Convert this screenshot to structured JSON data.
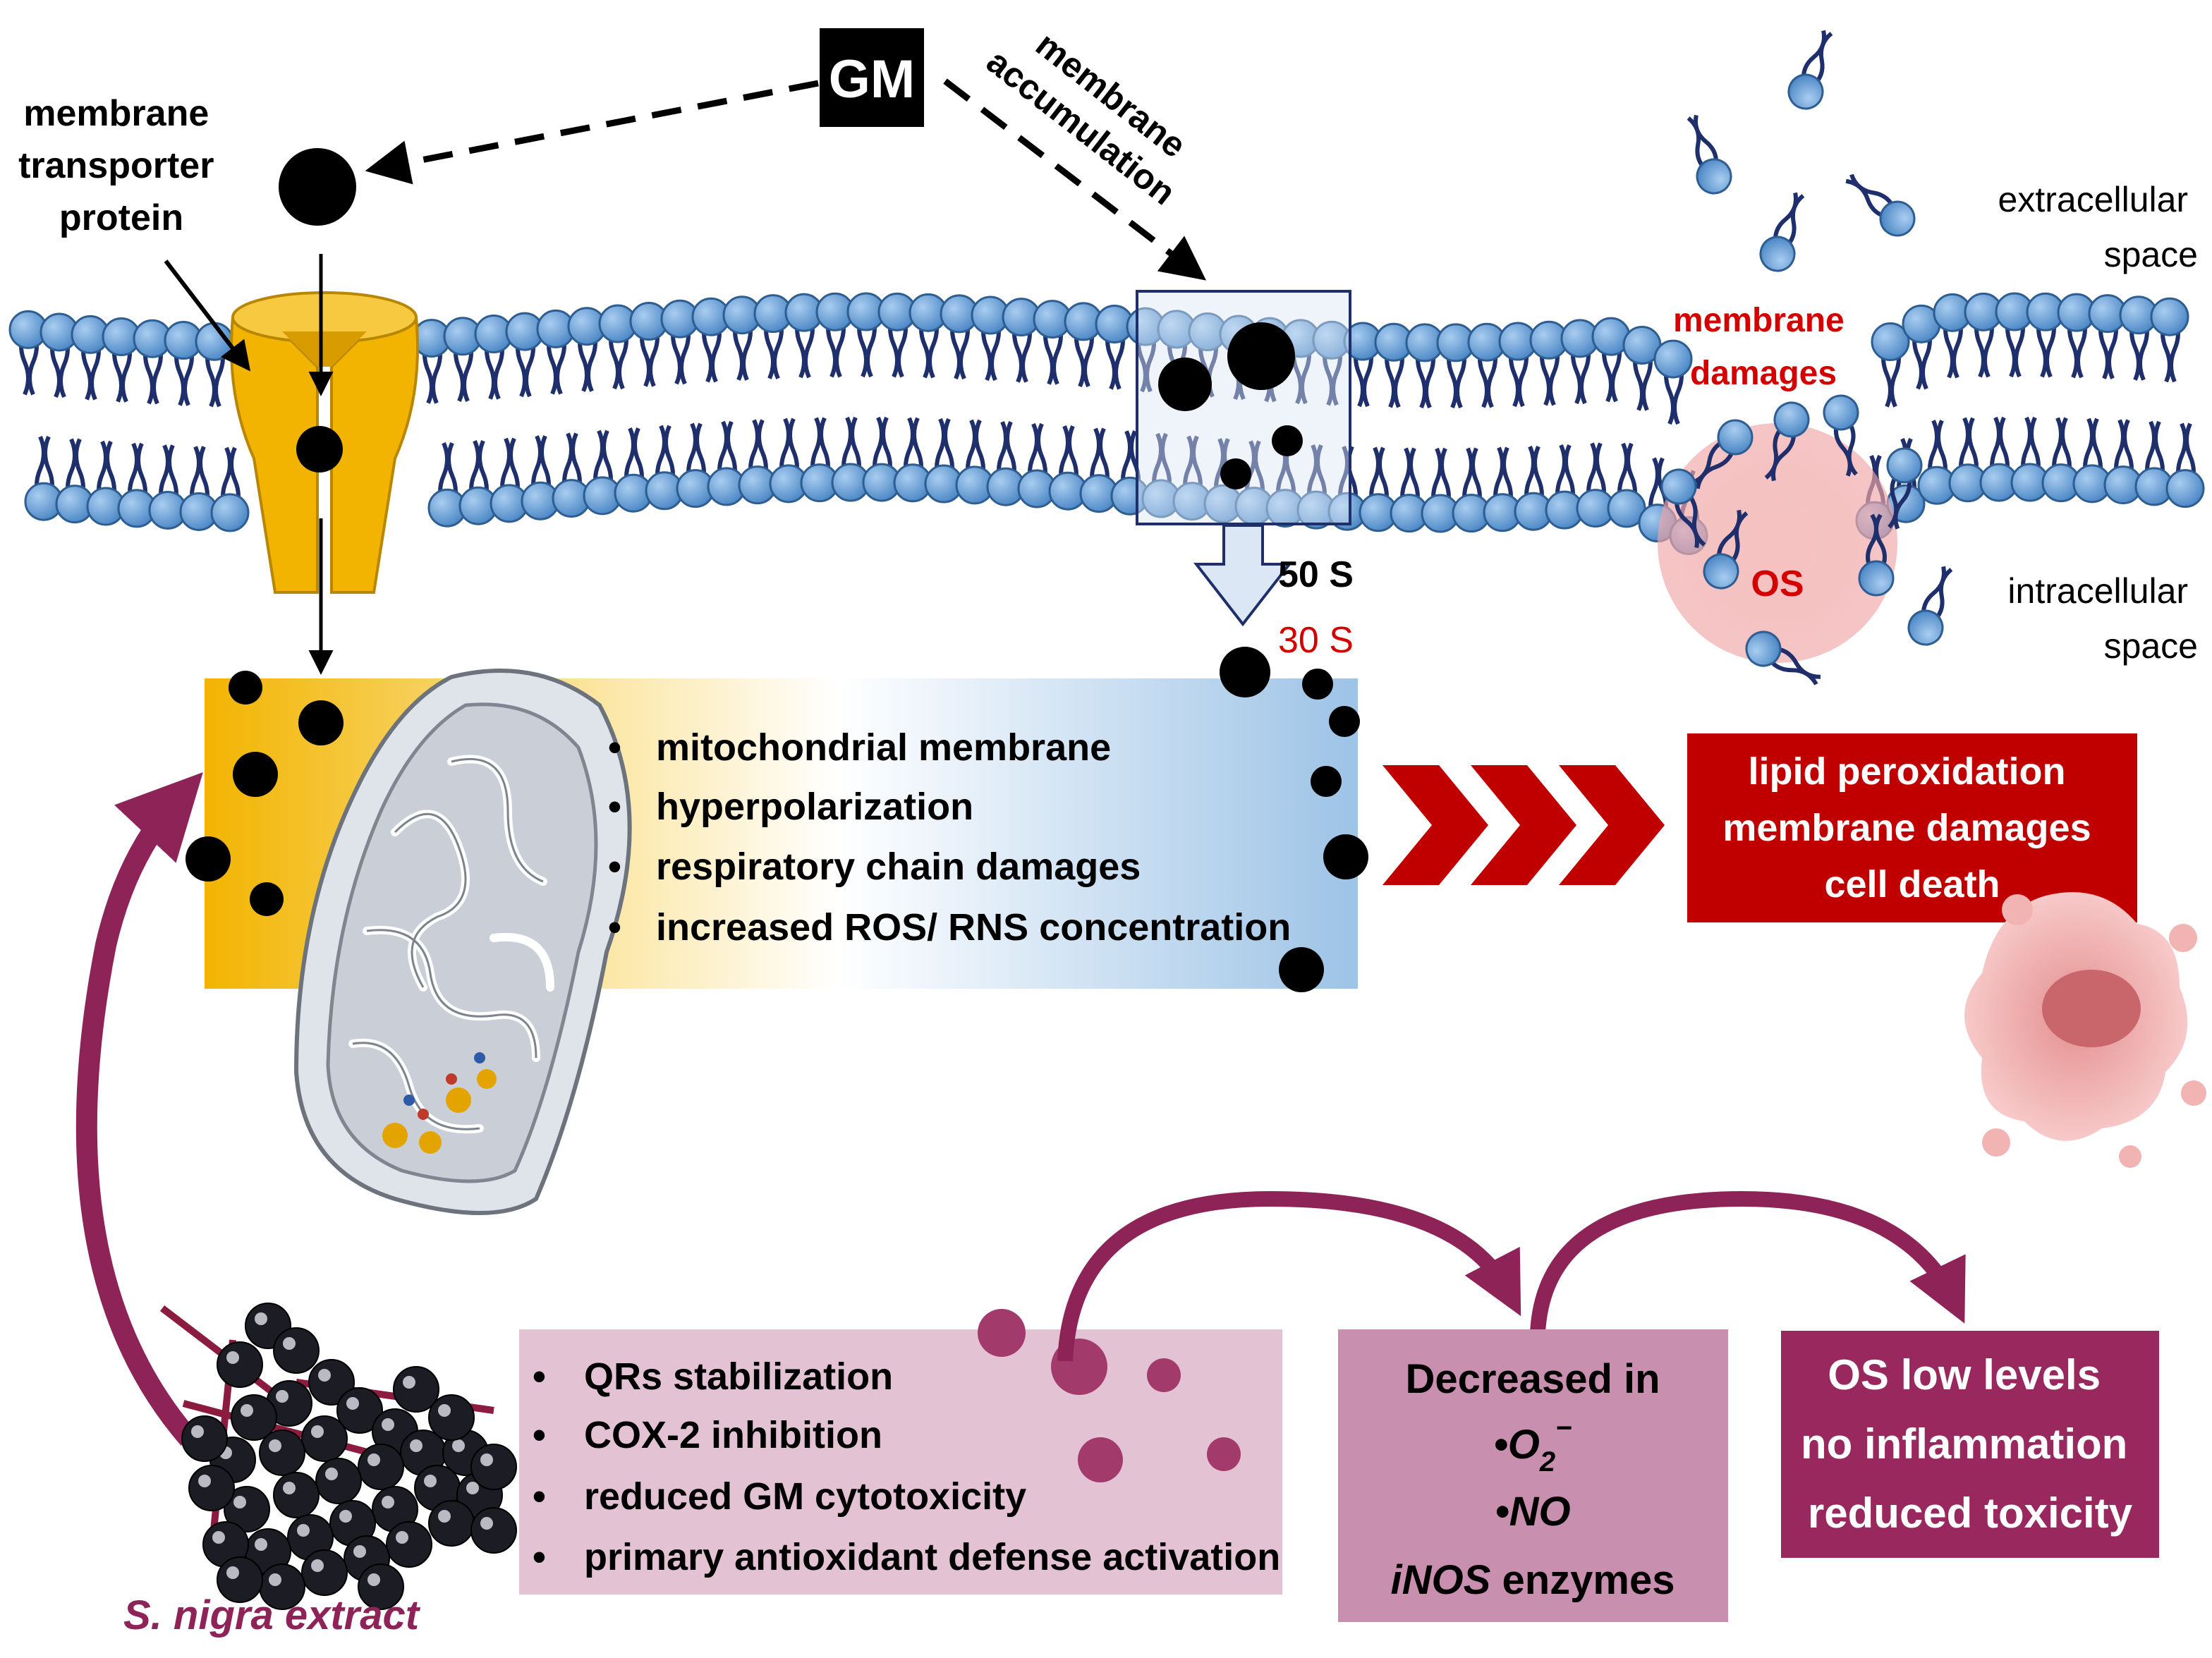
{
  "gm_label": "GM",
  "membrane_accumulation": [
    "membrane",
    "accumulation"
  ],
  "transporter_label": [
    "membrane",
    "transporter",
    "protein"
  ],
  "extracellular_label": [
    "extracellular",
    "space"
  ],
  "intracellular_label": [
    "intracellular",
    "space"
  ],
  "membrane_damages_label": [
    "membrane",
    "damages"
  ],
  "os_label": "OS",
  "ribosome": {
    "s50": "50 S",
    "s30": "30 S"
  },
  "mito_effects": [
    "mitochondrial membrane",
    "hyperpolarization",
    "respiratory chain damages",
    "increased ROS/ RNS concentration"
  ],
  "outcome_box": [
    "lipid peroxidation",
    "membrane damages",
    "cell death"
  ],
  "extract_effects": [
    "QRs stabilization",
    "COX-2 inhibition",
    "reduced GM cytotoxicity",
    "primary antioxidant defense activation"
  ],
  "decreased_box": {
    "title": "Decreased in",
    "superoxide_base": "•O",
    "superoxide_sub": "2",
    "superoxide_sup": "−",
    "nitric_oxide": "•NO",
    "inos": "iNOS",
    "enzymes": " enzymes"
  },
  "final_box": [
    "OS low levels",
    "no inflammation",
    "reduced toxicity"
  ],
  "extract_label": "S. nigra extract",
  "colors": {
    "lipid_head": "#5b9bd5",
    "lipid_tail": "#1f2f6b",
    "transporter": "#f2b400",
    "red_box": "#c00000",
    "mauve_light": "#e3c3d3",
    "mauve_mid": "#c98faf",
    "plum": "#98285e",
    "arrow_plum": "#8e2358"
  }
}
